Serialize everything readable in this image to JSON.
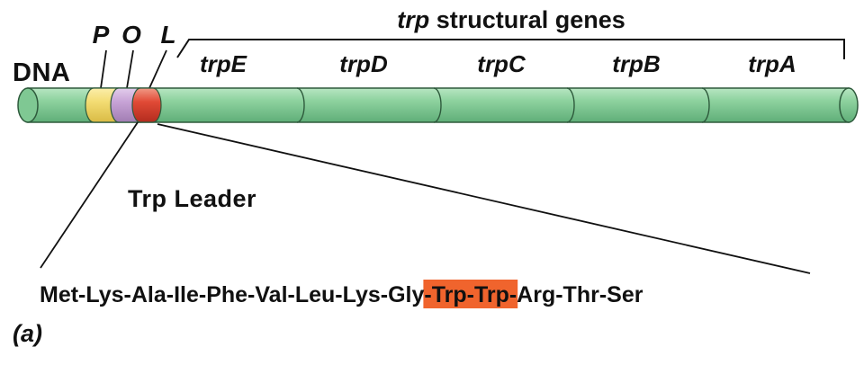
{
  "dna_label": "DNA",
  "regulatory": {
    "promoter": "P",
    "operator": "O",
    "leader": "L"
  },
  "structural_header": {
    "italic": "trp",
    "rest": " structural genes"
  },
  "genes": [
    "trpE",
    "trpD",
    "trpC",
    "trpB",
    "trpA"
  ],
  "leader_title": "Trp Leader",
  "sequence": {
    "before": "Met-Lys-Ala-Ile-Phe-Val-Leu-Lys-Gly",
    "highlight": "-Trp-Trp-",
    "after": "Arg-Thr-Ser"
  },
  "panel_label": "(a)",
  "colors": {
    "dna": "#86cf9a",
    "dna_dark": "#4f9c66",
    "promoter": "#f3dc73",
    "operator": "#c7a3d6",
    "leader": "#e14a36",
    "highlight": "#f0642d"
  }
}
